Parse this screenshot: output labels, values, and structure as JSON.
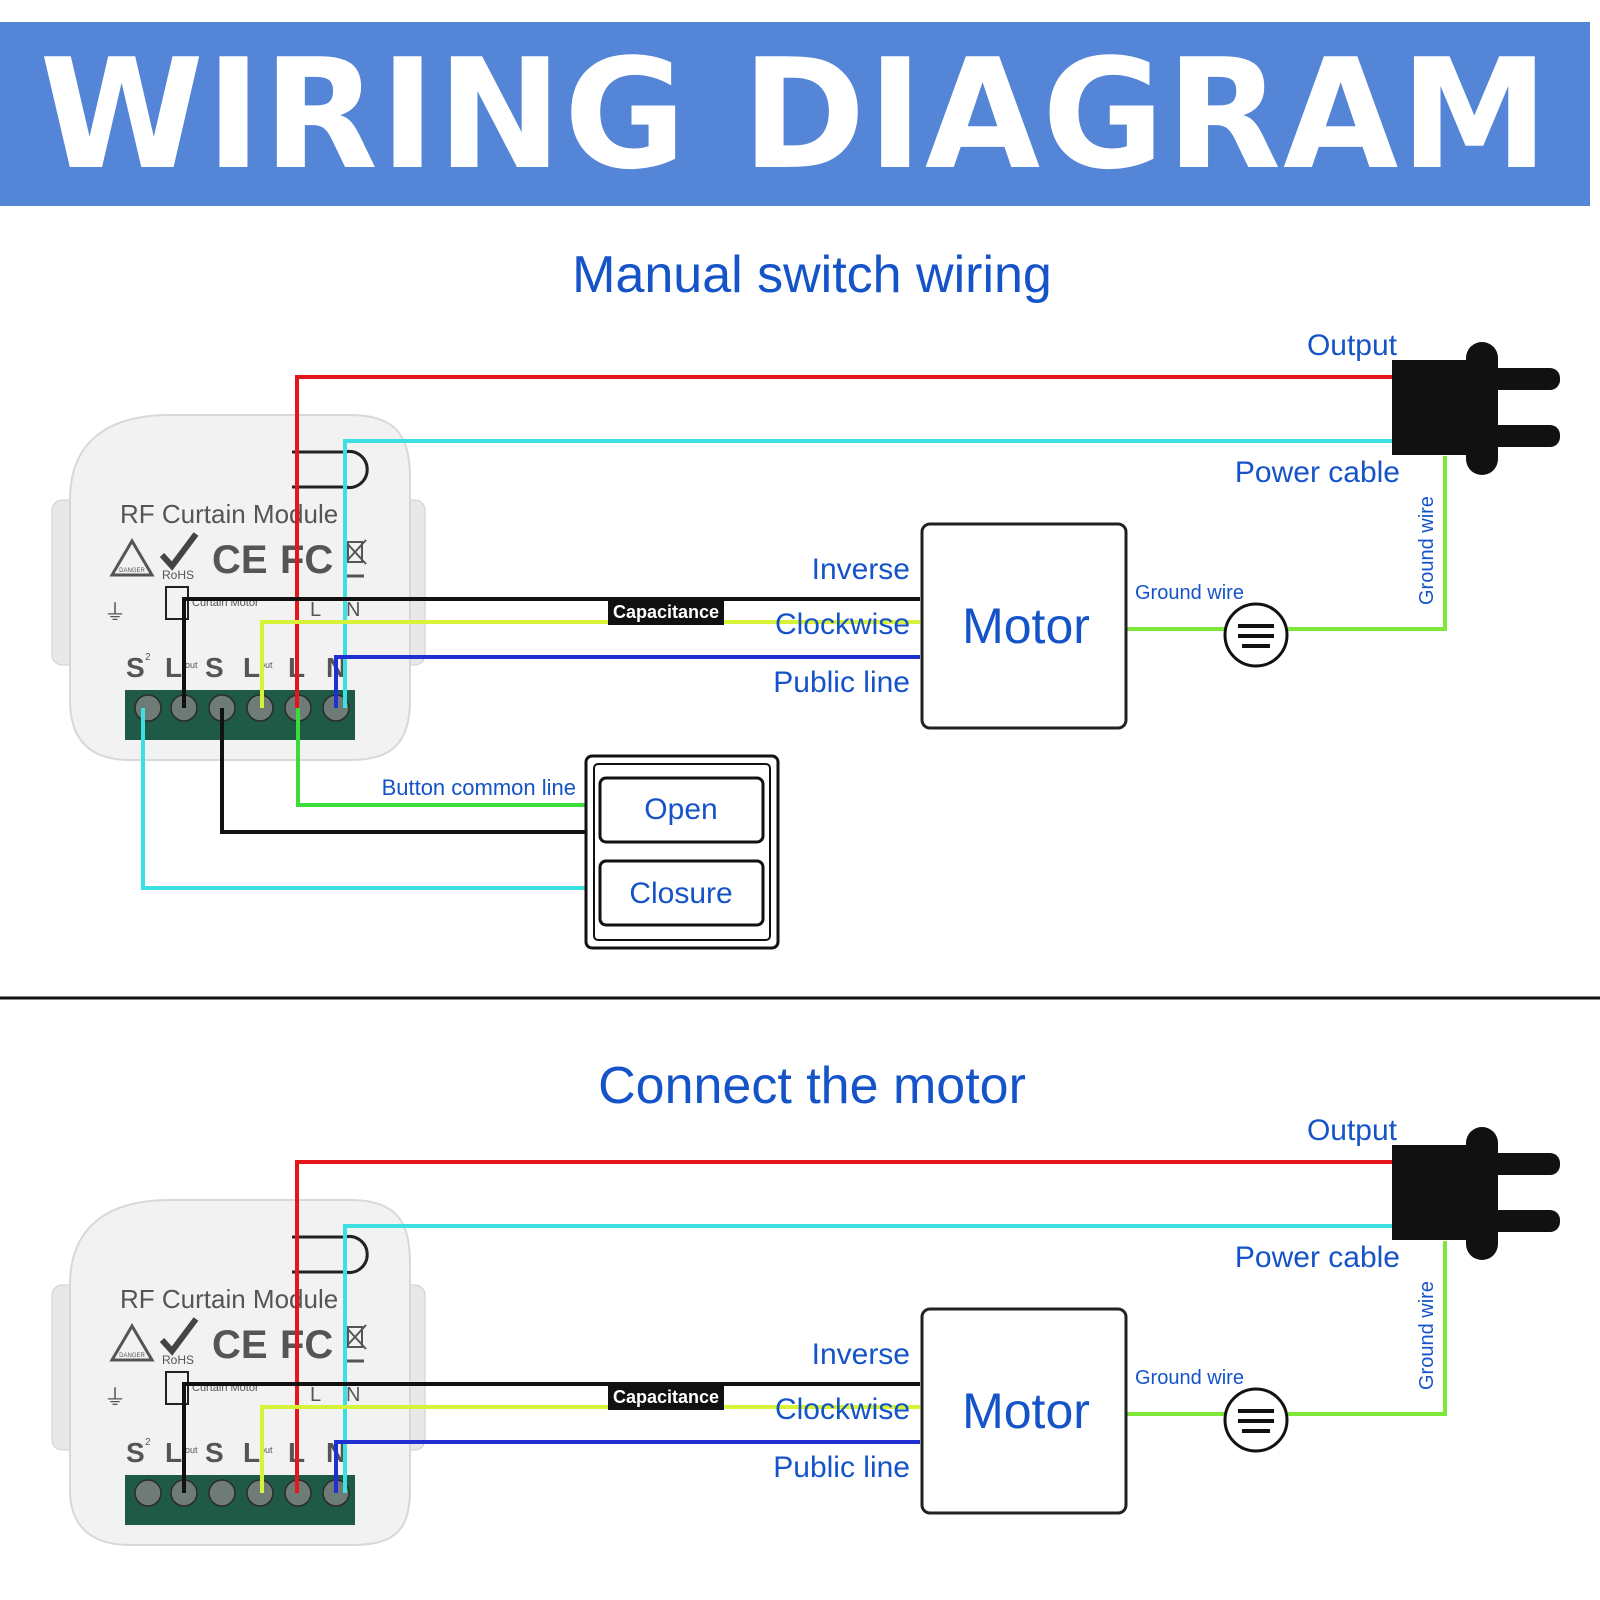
{
  "banner": {
    "title": "WIRING DIAGRAM"
  },
  "sections": [
    {
      "title": "Manual switch wiring",
      "module_label": "RF Curtain Module",
      "labels": {
        "output": "Output",
        "power_cable": "Power cable",
        "ground_wire_vertical": "Ground wire",
        "ground_wire": "Ground wire",
        "inverse": "Inverse",
        "clockwise": "Clockwise",
        "public_line": "Public line",
        "capacitance": "Capacitance",
        "motor": "Motor",
        "button_common_line": "Button common line"
      },
      "switch_buttons": [
        "Open",
        "Closure"
      ]
    },
    {
      "title": "Connect the motor",
      "module_label": "RF Curtain Module",
      "labels": {
        "output": "Output",
        "power_cable": "Power cable",
        "ground_wire_vertical": "Ground wire",
        "ground_wire": "Ground wire",
        "inverse": "Inverse",
        "clockwise": "Clockwise",
        "public_line": "Public line",
        "capacitance": "Capacitance",
        "motor": "Motor"
      }
    }
  ],
  "module_markings": {
    "terminals": [
      "S",
      "L",
      "S",
      "L",
      "L",
      "N"
    ],
    "sup_2": "2",
    "sub_out": "out",
    "rohs": "RoHS",
    "ce": "CE",
    "fc": "FC",
    "danger": "DANGER",
    "curtain_motor": "Curtain Motor",
    "l_mark": "L",
    "n_mark": "N"
  },
  "colors": {
    "banner": "#5585d6",
    "label_text": "#1553c8",
    "live_wire": "#e3161b",
    "power_cable_wire": "#3de0e0",
    "ground_wire": "#7ee83a",
    "clockwise_wire": "#d8f23a",
    "public_wire": "#1f2fd0",
    "inverse_wire": "#111111"
  }
}
